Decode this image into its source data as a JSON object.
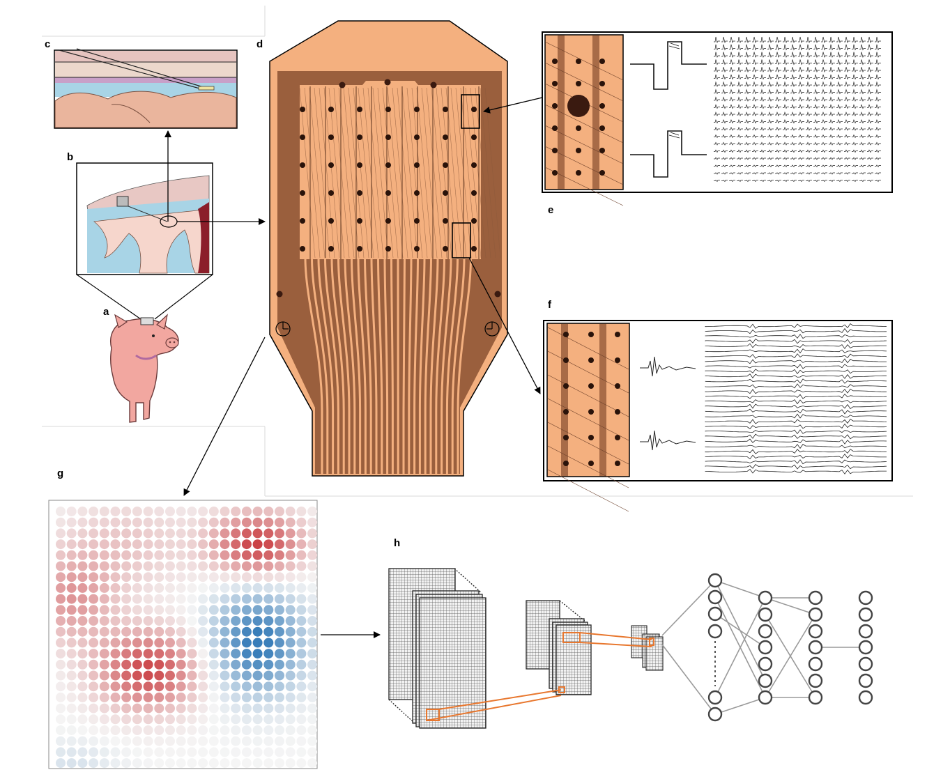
{
  "panel_labels": {
    "a": "a",
    "b": "b",
    "c": "c",
    "d": "d",
    "e": "e",
    "f": "f",
    "g": "g",
    "h": "h"
  },
  "colors": {
    "electrode_copper": "#f4b07f",
    "electrode_trace": "#8c5a3c",
    "electrode_dark": "#9a5f3d",
    "pig_pink": "#f2a7a0",
    "heat_red": "#c8363a",
    "heat_blue": "#2e77b6",
    "cnn_orange": "#e8772e"
  },
  "icons": {
    "pig": "pig-illustration",
    "brain_section": "brain-cross-section",
    "electrode_array": "ecog-electrode-array",
    "waveform": "evoked-waveform",
    "neural_net": "neural-network"
  }
}
